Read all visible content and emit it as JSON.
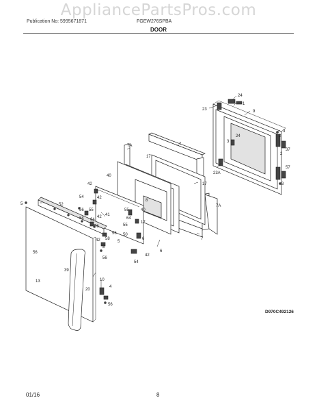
{
  "watermark": "AppliancePartsPros.com",
  "header": {
    "publication": "Publication No: 5995671871",
    "model": "FGEW276SPBA",
    "section": "DOOR"
  },
  "footer": {
    "date": "01/16",
    "page": "8"
  },
  "diagram_code": "D970C492126",
  "callouts": [
    "24",
    "1",
    "23",
    "9",
    "3",
    "2",
    "7A",
    "7",
    "17",
    "3",
    "24",
    "37",
    "2",
    "57",
    "40",
    "23A",
    "3",
    "17",
    "42",
    "8",
    "42",
    "52",
    "5",
    "54",
    "55",
    "64",
    "55",
    "56",
    "42",
    "41",
    "64",
    "40",
    "17",
    "7A",
    "55",
    "64",
    "56",
    "58",
    "5",
    "56",
    "6",
    "7",
    "6",
    "50",
    "42",
    "8",
    "54",
    "56",
    "39",
    "42",
    "56",
    "13",
    "10",
    "20",
    "4",
    "56"
  ]
}
